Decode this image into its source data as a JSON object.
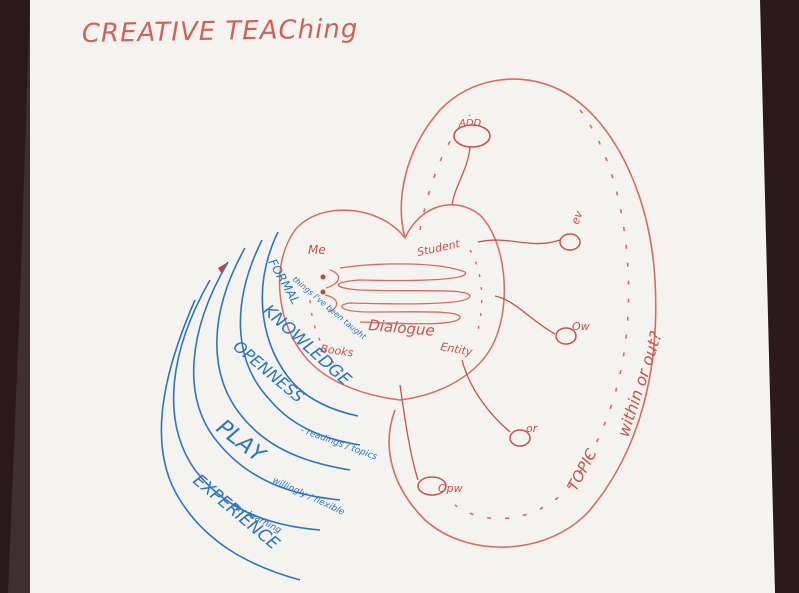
{
  "photo": {
    "title": "CREATIVE TEAChing",
    "colors": {
      "background_fabric": "#2a1a1c",
      "paper": "#f4f3ef",
      "red_ink": "#d0605a",
      "blue_ink": "#2f74c0"
    },
    "red_labels": {
      "top_circle": "ADD",
      "me": "Me",
      "student": "Student",
      "dialogue": "Dialogue",
      "books": "Books",
      "entity": "Entity",
      "right_top_circle": "ev",
      "right_mid_circle": "Ow",
      "right_low_circle": "or",
      "bottom_circle": "Opw",
      "topic": "TOPIC",
      "within_or_out": "within or out?"
    },
    "blue_labels": {
      "band1_main": "FORMAL",
      "band1_small": "things I've been taught",
      "band2_main": "KNOWLEDGE",
      "band3_main": "OPENNESS",
      "band3_small": "- readings / topics",
      "band4_main": "PLAY",
      "band4_small": "willingly / flexible",
      "band5_small": "my learning",
      "band5_main": "EXPERIENCE"
    }
  }
}
